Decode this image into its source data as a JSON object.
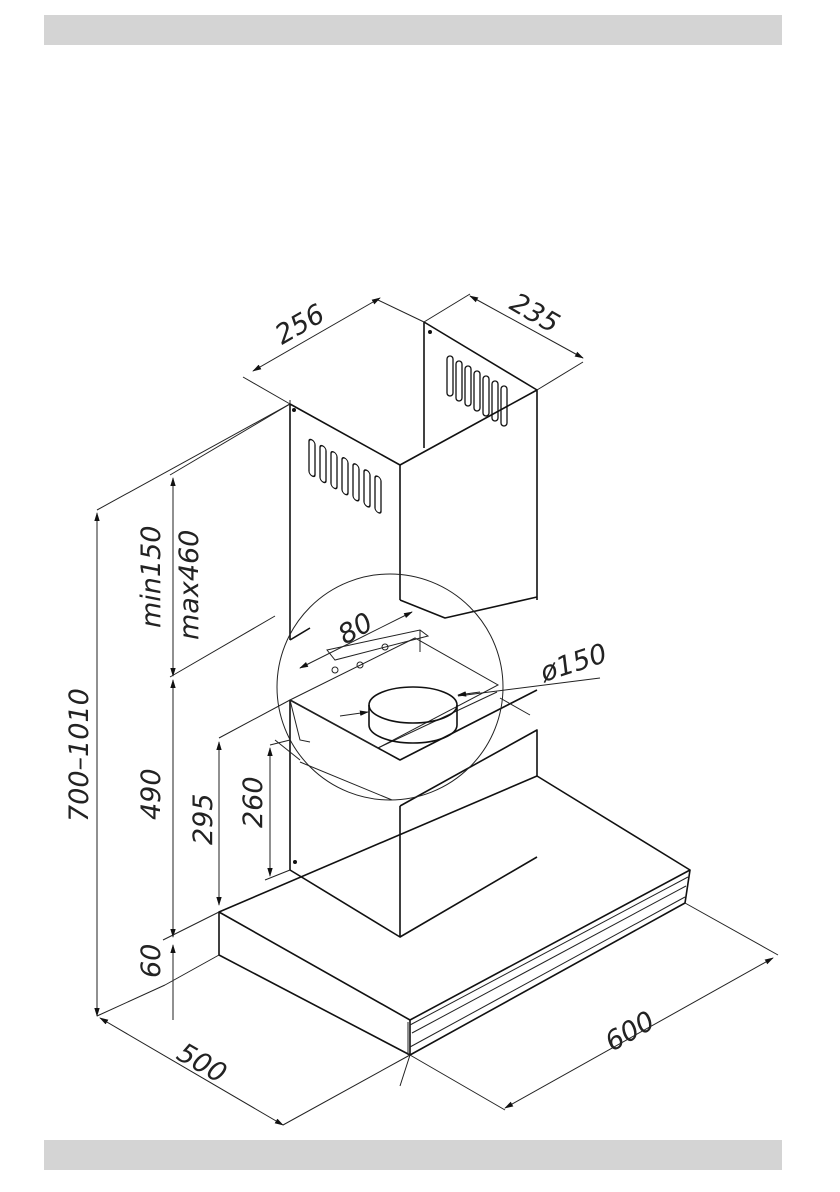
{
  "header_bar": "",
  "footer_bar": "",
  "dimensions": {
    "chimney_width": "256",
    "chimney_depth": "235",
    "chimney_adjust_min": "min150",
    "chimney_adjust_max": "max460",
    "bracket_width": "80",
    "outlet_diameter": "ø150",
    "total_height": "700–1010",
    "lower_height": "490",
    "body_height": "295",
    "box_height": "260",
    "canopy_thickness": "60",
    "canopy_depth": "500",
    "canopy_width": "600"
  }
}
